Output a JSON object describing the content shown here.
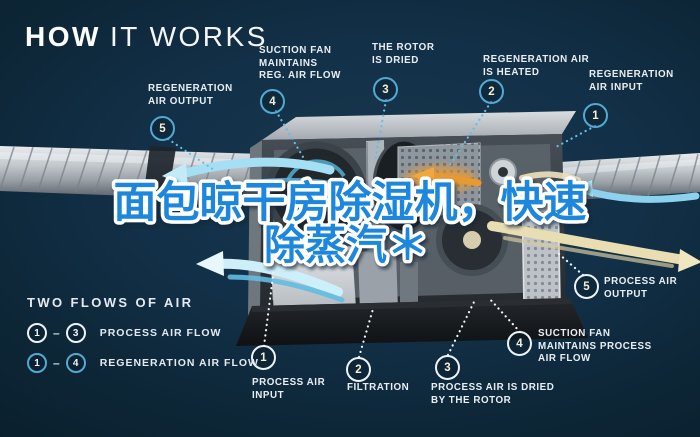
{
  "header": {
    "title_bold": "HOW",
    "title_light": "IT WORKS"
  },
  "overlay": {
    "line1": "面包晾干房除湿机，快速",
    "line2": "除蒸汽＊"
  },
  "regeneration_points": [
    {
      "num": "1",
      "label": "REGENERATION\nAIR INPUT"
    },
    {
      "num": "2",
      "label": "REGENERATION AIR\nIS HEATED"
    },
    {
      "num": "3",
      "label": "THE ROTOR\nIS DRIED"
    },
    {
      "num": "4",
      "label": "SUCTION FAN\nMAINTAINS\nREG. AIR FLOW"
    },
    {
      "num": "5",
      "label": "REGENERATION\nAIR OUTPUT"
    }
  ],
  "process_points": [
    {
      "num": "1",
      "label": "PROCESS AIR\nINPUT"
    },
    {
      "num": "2",
      "label": "FILTRATION"
    },
    {
      "num": "3",
      "label": "PROCESS AIR IS DRIED\nBY THE ROTOR"
    },
    {
      "num": "4",
      "label": "SUCTION FAN\nMAINTAINS PROCESS\nAIR FLOW"
    },
    {
      "num": "5",
      "label": "PROCESS AIR\nOUTPUT"
    }
  ],
  "legend": {
    "heading": "TWO FLOWS OF AIR",
    "rows": [
      {
        "from": "1",
        "dash": "–",
        "to": "3",
        "label": "PROCESS AIR FLOW",
        "type": "process"
      },
      {
        "from": "1",
        "dash": "–",
        "to": "4",
        "label": "REGENERATION AIR FLOW",
        "type": "regeneration"
      }
    ]
  },
  "colors": {
    "background": "#0d2636",
    "regeneration_accent": "#54a9d2",
    "process_accent": "#edf3f7",
    "overlay_text_fill": "#1d87dc",
    "overlay_text_outline": "#ffffff",
    "heated_air": "#e8992f",
    "dry_air": "#e9ddb2",
    "moist_air": "#a5dff3"
  }
}
